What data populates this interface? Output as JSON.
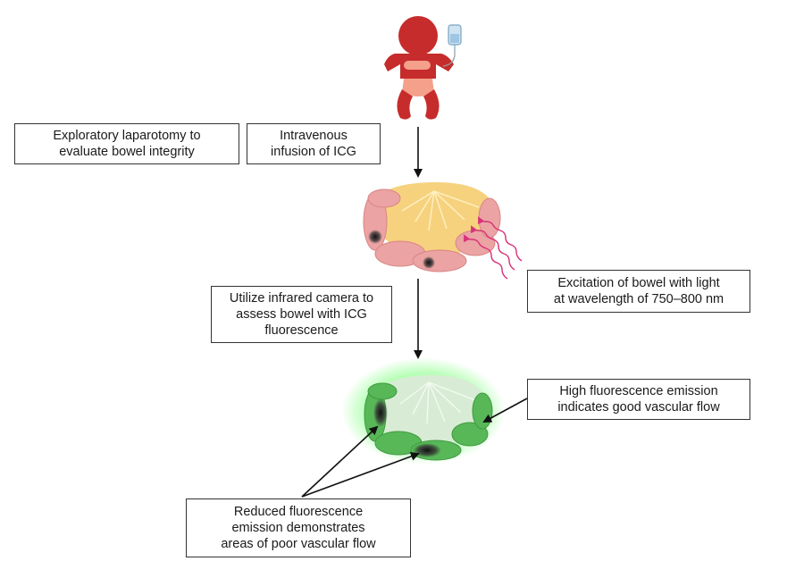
{
  "boxes": {
    "laparotomy": "Exploratory laparotomy to\nevaluate bowel integrity",
    "infusion": "Intravenous\ninfusion of ICG",
    "excitation": "Excitation of bowel with light\nat wavelength of 750–800 nm",
    "camera": "Utilize infrared camera to\nassess bowel with ICG\nfluorescence",
    "high_emission": "High fluorescence emission\nindicates good vascular flow",
    "reduced_emission": "Reduced fluorescence\nemission demonstrates\nareas of poor vascular flow"
  },
  "icons": {
    "patient": "infant-icon",
    "iv_bag": "iv-bag-icon",
    "bowel": "bowel-illustration",
    "bowel_fluorescent": "fluorescent-bowel-illustration",
    "light_waves": "light-wave-icon"
  },
  "colors": {
    "infant": "#c62c2c",
    "diaper": "#f4a08a",
    "mesentery": "#f6d27e",
    "intestine": "#eba3a3",
    "fluorescence": "#4cc24c",
    "light_waves": "#d8327a",
    "arrow": "#111111"
  }
}
